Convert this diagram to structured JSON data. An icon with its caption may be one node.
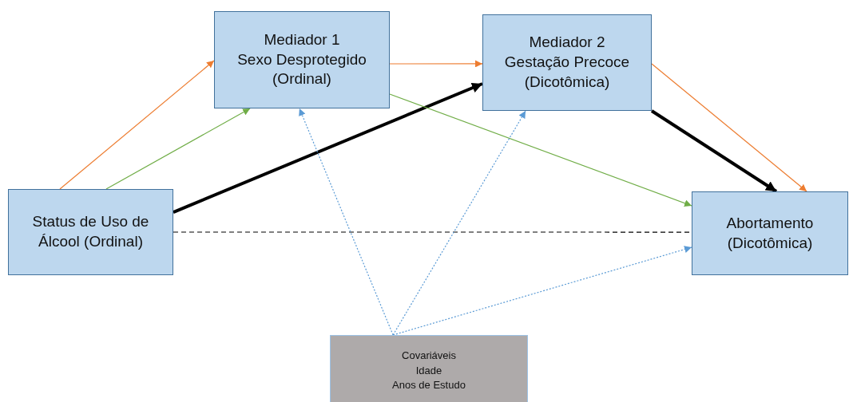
{
  "diagram": {
    "nodes": [
      {
        "text": [
          "Mediador 1",
          "Sexo Desprotegido",
          "(Ordinal)"
        ]
      },
      {
        "text": [
          "Mediador 2",
          "Gestação Precoce",
          "(Dicotômica)"
        ]
      },
      {
        "text": [
          "Status de Uso de Álcool (Ordinal)"
        ]
      },
      {
        "text": [
          "Abortamento",
          "(Dicotômica)"
        ]
      },
      {
        "text": [
          "Covariáveis",
          "Idade",
          "Anos de Estudo"
        ]
      }
    ],
    "edges": [
      {
        "from": 2,
        "to": 0,
        "arrow": "to",
        "color": "#ed7d31"
      },
      {
        "from": 2,
        "to": 0,
        "arrow": "to",
        "color": "#70ad47"
      },
      {
        "from": 2,
        "to": 1,
        "arrow": "to",
        "style": "thick",
        "color": "#000000"
      },
      {
        "from": 0,
        "to": 1,
        "arrow": "to",
        "color": "#ed7d31"
      },
      {
        "from": 0,
        "to": 3,
        "arrow": "to",
        "color": "#70ad47"
      },
      {
        "from": 1,
        "to": 3,
        "arrow": "to",
        "style": "thick",
        "color": "#000000"
      },
      {
        "from": 1,
        "to": 3,
        "arrow": "to",
        "color": "#ed7d31"
      },
      {
        "from": 2,
        "to": 3,
        "arrow": "none",
        "style": "dashed",
        "color": "#000000"
      },
      {
        "from": 4,
        "to": 0,
        "arrow": "to",
        "style": "dashed",
        "color": "#5b9bd5"
      },
      {
        "from": 4,
        "to": 1,
        "arrow": "to",
        "style": "dashed",
        "color": "#5b9bd5"
      },
      {
        "from": 4,
        "to": 3,
        "arrow": "to",
        "style": "dashed",
        "color": "#5b9bd5"
      }
    ]
  }
}
